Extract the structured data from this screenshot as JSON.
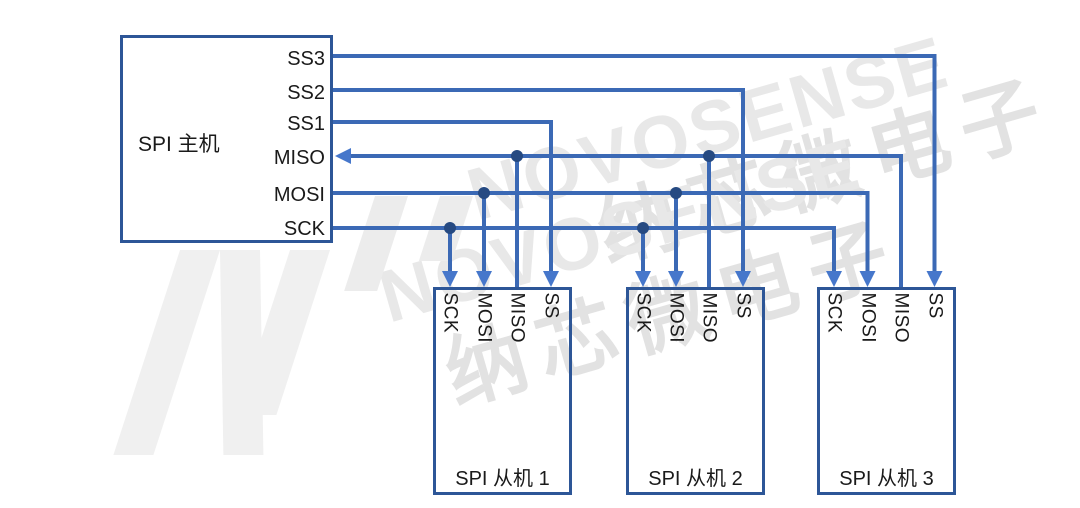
{
  "master": {
    "title": "SPI 主机",
    "pins": [
      "SS3",
      "SS2",
      "SS1",
      "MISO",
      "MOSI",
      "SCK"
    ]
  },
  "slaves": [
    {
      "title": "SPI 从机 1",
      "pins": [
        "SCK",
        "MOSI",
        "MISO",
        "SS"
      ]
    },
    {
      "title": "SPI 从机 2",
      "pins": [
        "SCK",
        "MOSI",
        "MISO",
        "SS"
      ]
    },
    {
      "title": "SPI 从机 3",
      "pins": [
        "SCK",
        "MOSI",
        "MISO",
        "SS"
      ]
    }
  ],
  "watermark": {
    "brand": "NOVOSENSE",
    "brand_cn": "纳芯微电子"
  },
  "colors": {
    "wire": "#3B69B5",
    "arrow": "#4677CB",
    "dot": "#264A82",
    "box_border": "#2D5697",
    "text": "#1A1A1A",
    "wm_shape": "#F0F0F0",
    "wm_latin": "#E8E8E8",
    "wm_cn": "#E2E2E2",
    "bg": "#FFFFFF"
  }
}
